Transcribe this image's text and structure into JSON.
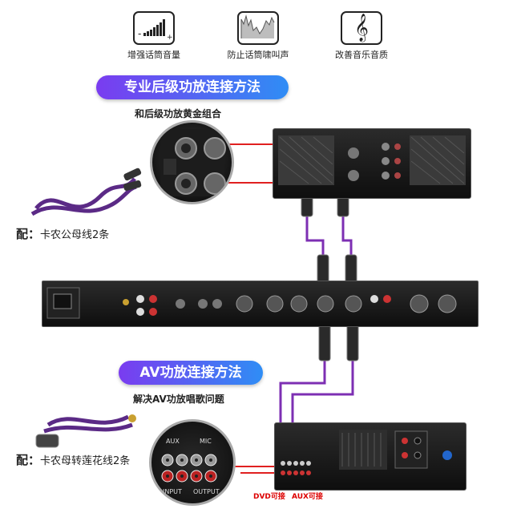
{
  "features": [
    {
      "icon": "volume-bars-icon",
      "label": "增强话筒音量"
    },
    {
      "icon": "waveform-icon",
      "label": "防止话筒啸叫声"
    },
    {
      "icon": "treble-clef-icon",
      "label": "改善音乐音质"
    }
  ],
  "section1": {
    "title": "专业后级功放连接方法",
    "subtitle": "和后级功放黄金组合",
    "accessory_prefix": "配：",
    "accessory_text": "卡农公母线2条"
  },
  "section2": {
    "title": "AV功放连接方法",
    "subtitle": "解决AV功放唱歌问题",
    "accessory_prefix": "配：",
    "accessory_text": "卡农母转莲花线2条"
  },
  "zoom_av_labels": {
    "aux": "AUX",
    "mic": "MIC",
    "input": "INPUT",
    "output": "OUTPUT"
  },
  "red_tags": {
    "dvd": "DVD可接",
    "aux": "AUX可接"
  },
  "colors": {
    "pill_start": "#7a3cf0",
    "pill_end": "#2f8df5",
    "cable_purple": "#7d2fb3",
    "red_line": "#e02020"
  }
}
